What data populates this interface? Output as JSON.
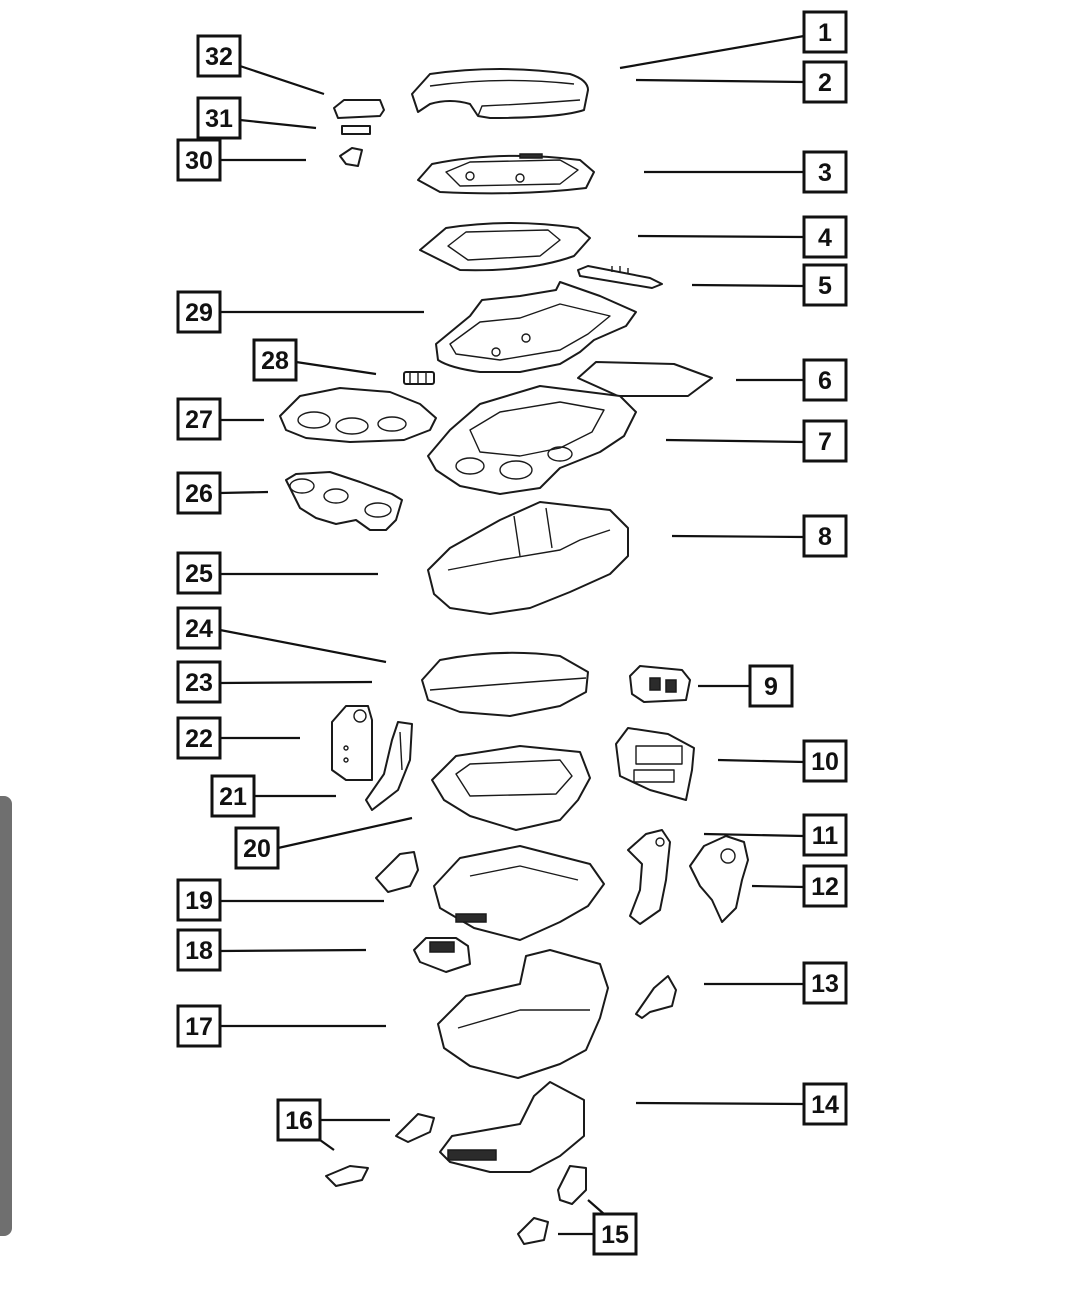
{
  "diagram": {
    "callouts": [
      {
        "number": "1"
      },
      {
        "number": "2"
      },
      {
        "number": "3"
      },
      {
        "number": "4"
      },
      {
        "number": "5"
      },
      {
        "number": "6"
      },
      {
        "number": "7"
      },
      {
        "number": "8"
      },
      {
        "number": "9"
      },
      {
        "number": "10"
      },
      {
        "number": "11"
      },
      {
        "number": "12"
      },
      {
        "number": "13"
      },
      {
        "number": "14"
      },
      {
        "number": "15"
      },
      {
        "number": "16"
      },
      {
        "number": "17"
      },
      {
        "number": "18"
      },
      {
        "number": "19"
      },
      {
        "number": "20"
      },
      {
        "number": "21"
      },
      {
        "number": "22"
      },
      {
        "number": "23"
      },
      {
        "number": "24"
      },
      {
        "number": "25"
      },
      {
        "number": "26"
      },
      {
        "number": "27"
      },
      {
        "number": "28"
      },
      {
        "number": "29"
      },
      {
        "number": "30"
      },
      {
        "number": "31"
      },
      {
        "number": "32"
      }
    ]
  },
  "colors": {
    "line": "#111111",
    "background": "#ffffff",
    "scrollbar": "#6f6f6f"
  }
}
